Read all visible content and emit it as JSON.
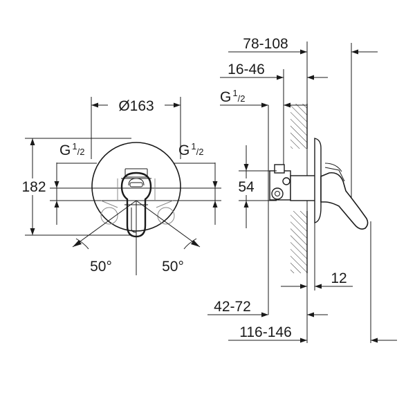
{
  "front_view": {
    "diameter": "Ø163",
    "height": "182",
    "thread_left": {
      "base": "G",
      "num": "1",
      "den": "2"
    },
    "thread_right": {
      "base": "G",
      "num": "1",
      "den": "2"
    },
    "angle_left": "50°",
    "angle_right": "50°"
  },
  "side_view": {
    "overall_top": "78-108",
    "offset_top": "16-46",
    "thread": {
      "base": "G",
      "num": "1",
      "den": "2"
    },
    "height_54": "54",
    "plate_12": "12",
    "depth_bottom": "42-72",
    "overall_bottom": "116-146"
  }
}
